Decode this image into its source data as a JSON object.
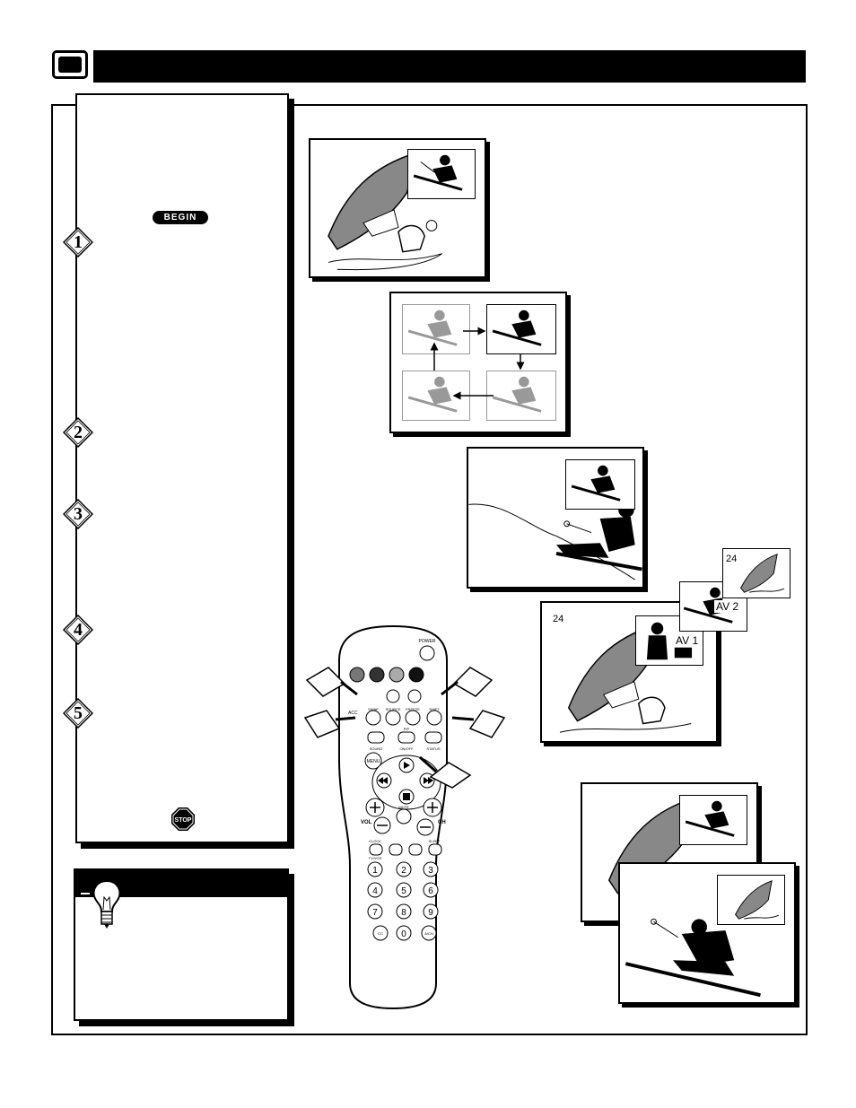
{
  "pip_labels": {
    "channel_a": "24",
    "av2": "AV 2",
    "channel_b": "24",
    "av1": "AV 1"
  },
  "badges": {
    "begin": "BEGIN",
    "stop": "STOP"
  },
  "steps": [
    "1",
    "2",
    "3",
    "4",
    "5"
  ],
  "remote": {
    "power": "POWER",
    "swap": "SWAP",
    "source": "SOURCE",
    "freeze": "FREEZE",
    "shift": "SHIFT",
    "pip": "PIP",
    "sound": "SOUND",
    "on_off": "ON/OFF",
    "status": "STATUS",
    "menu": "MENU",
    "mute": "MUTE",
    "vol": "VOL",
    "ch": "CH",
    "clock": "CLOCK",
    "sleep": "SLEEP",
    "tvvcr": "TV/VCR",
    "cc": "CC",
    "ach": "A/CH",
    "acc": "ACC",
    "digits": [
      "1",
      "2",
      "3",
      "4",
      "5",
      "6",
      "7",
      "8",
      "9",
      "0"
    ]
  }
}
